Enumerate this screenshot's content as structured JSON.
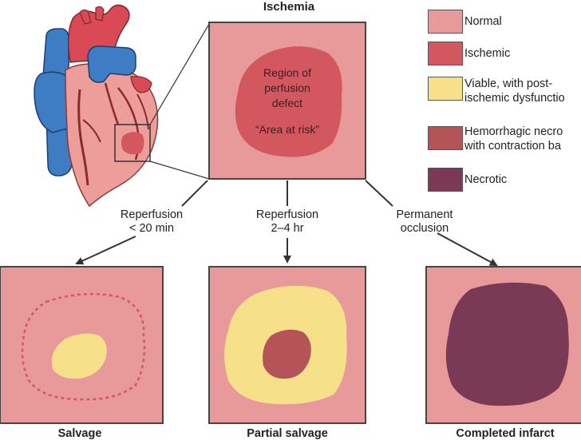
{
  "title": "Ischemia",
  "center_box": {
    "line1": "Region of",
    "line2": "perfusion",
    "line3": "defect",
    "line4": "“Area at risk”"
  },
  "legend": [
    {
      "label_lines": [
        "Normal"
      ],
      "color": "#E89A9A"
    },
    {
      "label_lines": [
        "Ischemic"
      ],
      "color": "#D2575F"
    },
    {
      "label_lines": [
        "Viable, with post-",
        "ischemic dysfunctio"
      ],
      "color": "#F6E08A"
    },
    {
      "label_lines": [
        "Hemorrhagic necro",
        "with contraction ba"
      ],
      "color": "#B45458"
    },
    {
      "label_lines": [
        "Necrotic"
      ],
      "color": "#7A3A55"
    }
  ],
  "steps": [
    {
      "line1": "Reperfusion",
      "line2": "< 20 min"
    },
    {
      "line1": "Reperfusion",
      "line2": "2–4 hr"
    },
    {
      "line1": "Permanent",
      "line2": "occlusion"
    }
  ],
  "captions": [
    "Salvage",
    "Partial salvage",
    "Completed infarct"
  ],
  "colors": {
    "normal": "#E89A9A",
    "ischemic": "#D2575F",
    "viable": "#F6E08A",
    "hemorrhagic": "#B45458",
    "necrotic": "#7A3A55",
    "heart_blue": "#3E7CC4",
    "heart_red": "#D94A56",
    "heart_pink": "#EE9E9A"
  }
}
